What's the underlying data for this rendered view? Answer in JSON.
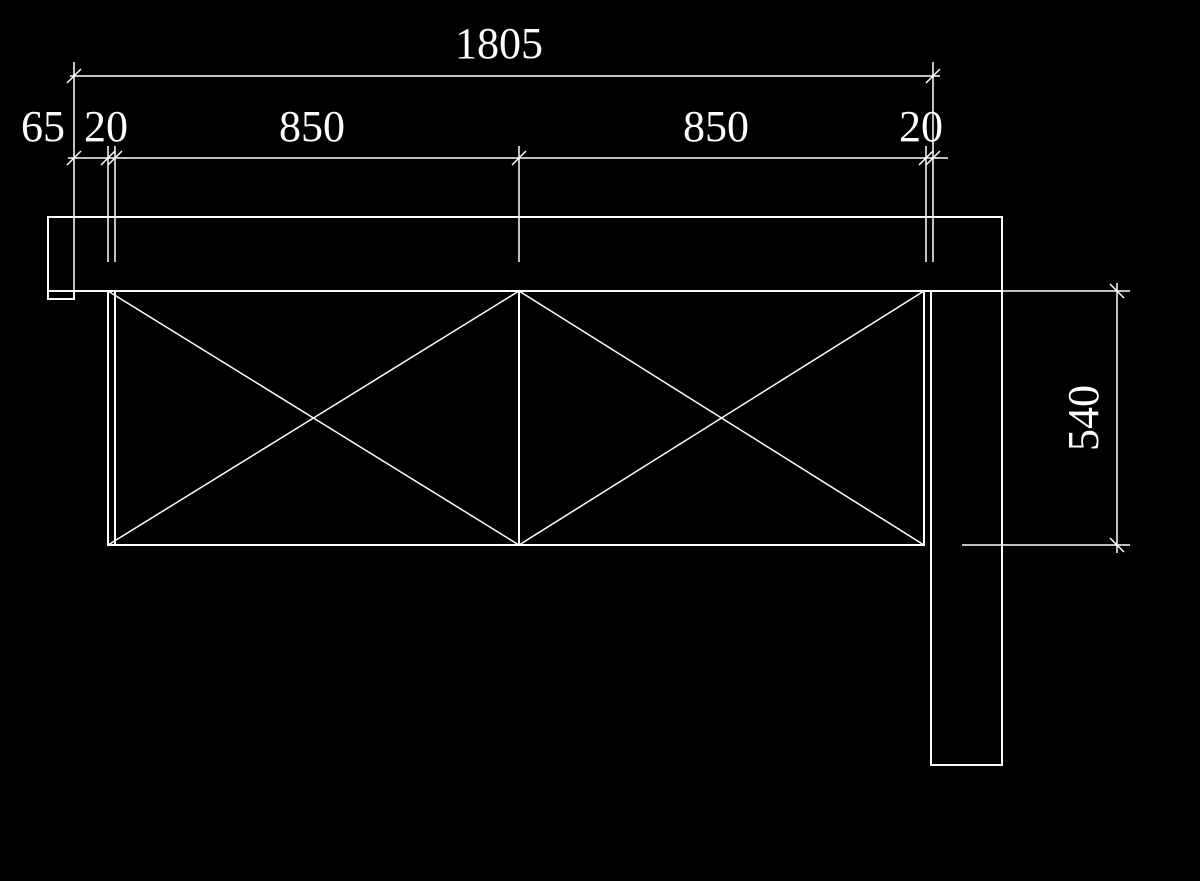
{
  "colors": {
    "background": "#000000",
    "line": "#ffffff"
  },
  "dimensions": {
    "overall_width": "1805",
    "left_overhang": "65",
    "left_gap": "20",
    "cabinet_1_width": "850",
    "cabinet_2_width": "850",
    "right_gap": "20",
    "depth": "540"
  }
}
